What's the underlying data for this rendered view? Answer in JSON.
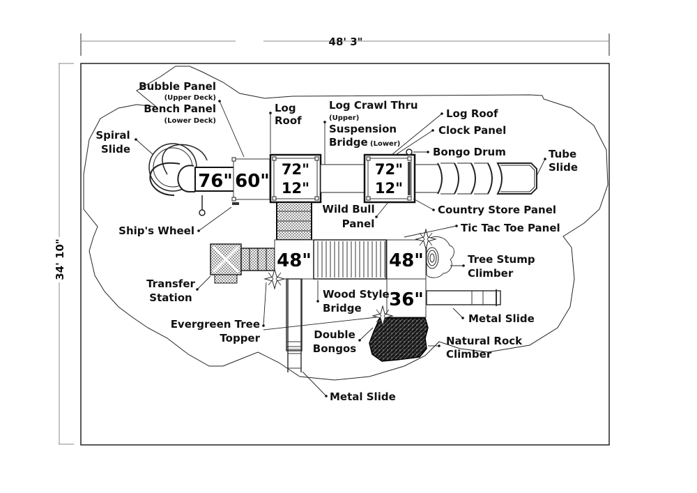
{
  "dimensions": {
    "width": "48' 3\"",
    "height": "34' 10\""
  },
  "decks": [
    {
      "id": "deck-76",
      "label": "76\""
    },
    {
      "id": "deck-60",
      "label": "60\""
    },
    {
      "id": "deck-72-left",
      "label_top": "72\"",
      "label_bottom": "12\""
    },
    {
      "id": "deck-72-right",
      "label_top": "72\"",
      "label_bottom": "12\""
    },
    {
      "id": "deck-48-left",
      "label": "48\""
    },
    {
      "id": "deck-48-right",
      "label": "48\""
    },
    {
      "id": "deck-36",
      "label": "36\""
    }
  ],
  "callouts": {
    "bubble_panel": "Bubble Panel",
    "upper_deck": "(Upper Deck)",
    "bench_panel": "Bench Panel",
    "lower_deck": "(Lower Deck)",
    "spiral_slide_1": "Spiral",
    "spiral_slide_2": "Slide",
    "log_roof_left_1": "Log",
    "log_roof_left_2": "Roof",
    "log_crawl_thru": "Log Crawl Thru",
    "upper": "(Upper)",
    "suspension": "Suspension",
    "bridge": "Bridge",
    "lower": "(Lower)",
    "log_roof_right": "Log Roof",
    "clock_panel": "Clock Panel",
    "bongo_drum": "Bongo Drum",
    "tube_slide_1": "Tube",
    "tube_slide_2": "Slide",
    "country_store_panel": "Country Store Panel",
    "wild_bull_1": "Wild Bull",
    "wild_bull_2": "Panel",
    "ships_wheel": "Ship's Wheel",
    "tic_tac_toe_panel": "Tic Tac Toe Panel",
    "tree_stump_1": "Tree Stump",
    "tree_stump_2": "Climber",
    "transfer_station_1": "Transfer",
    "transfer_station_2": "Station",
    "wood_style_bridge_1": "Wood Style",
    "wood_style_bridge_2": "Bridge",
    "metal_slide_right": "Metal Slide",
    "evergreen_1": "Evergreen Tree",
    "evergreen_2": "Topper",
    "double_bongos_1": "Double",
    "double_bongos_2": "Bongos",
    "natural_rock_1": "Natural Rock",
    "natural_rock_2": "Climber",
    "metal_slide_bottom": "Metal Slide"
  }
}
